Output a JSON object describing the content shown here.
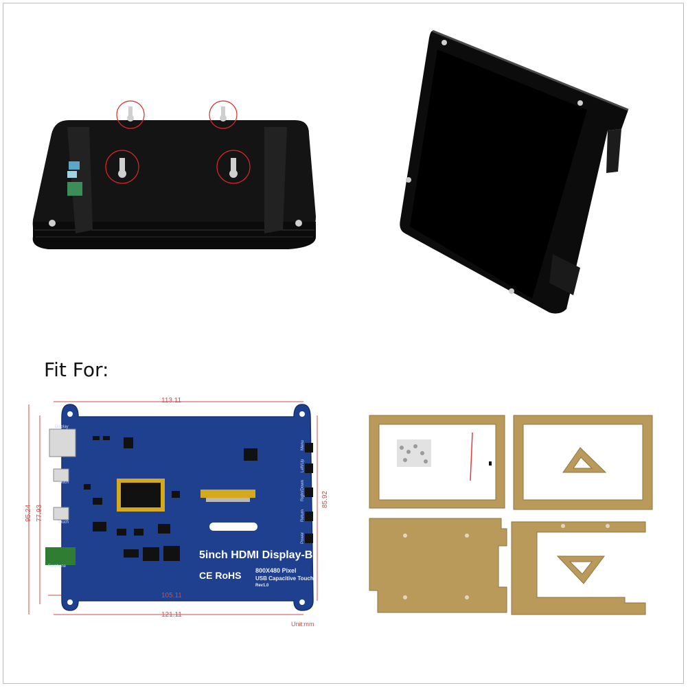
{
  "fit_label": "Fit For:",
  "board": {
    "title": "5inch HDMI Display-B",
    "resolution": "800X480 Pixel",
    "touch": "USB Capacitive Touch",
    "rev": "Rev1.0",
    "certs": "CE RoHS",
    "port_labels": [
      "Display",
      "Touch",
      "Touch",
      "Earphone"
    ],
    "button_labels": [
      "Menu",
      "Left/Up",
      "Right/Down",
      "Return",
      "Power"
    ]
  },
  "dimensions": {
    "top_width": "113.11",
    "inner_width": "105.11",
    "bottom_width": "121.11",
    "left_outer_height": "95.24",
    "left_inner_height": "77.93",
    "right_height": "85.92",
    "unit": "Unit:mm"
  },
  "colors": {
    "board_blue": "#1f3f8f",
    "acrylic_amber": "#b99a5a",
    "dim_red": "#d24b4b"
  }
}
